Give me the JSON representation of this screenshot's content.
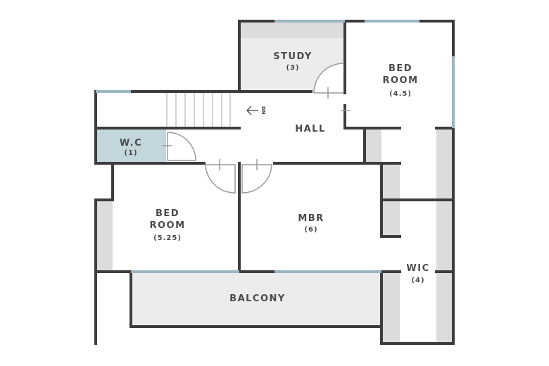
{
  "rooms": {
    "study": {
      "name": "STUDY",
      "area": "(3)"
    },
    "bedroom_right": {
      "line1": "BED",
      "line2": "ROOM",
      "area": "(4.5)"
    },
    "hall": {
      "name": "HALL"
    },
    "wc": {
      "name": "W.C",
      "area": "(1)"
    },
    "bedroom_left": {
      "line1": "BED",
      "line2": "ROOM",
      "area": "(5.25)"
    },
    "mbr": {
      "name": "MBR",
      "area": "(6)"
    },
    "balcony": {
      "name": "BALCONY"
    },
    "wic": {
      "name": "WIC",
      "area": "(4)"
    }
  },
  "stairs": {
    "direction_label": "DN",
    "arrow": "left-arrow"
  },
  "colors": {
    "wall": "#3d3d3d",
    "window": "#9bb5c2",
    "wc_fill": "#c2d6dc",
    "cabinet_fill": "#dcdcdc",
    "balcony_fill": "#ececec",
    "label": "#4a4a4a"
  }
}
